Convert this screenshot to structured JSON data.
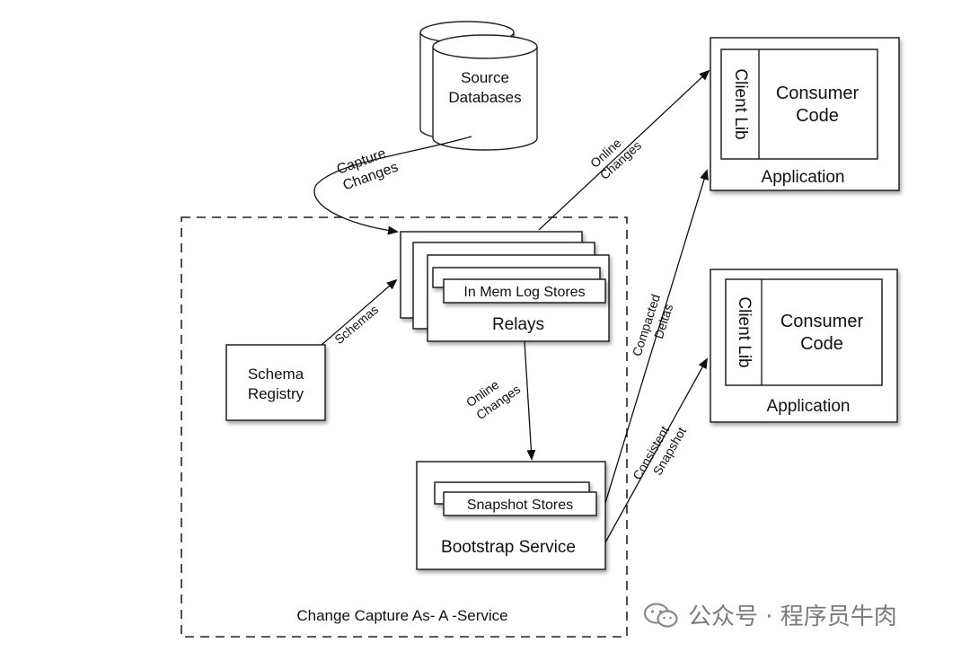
{
  "nodes": {
    "source_db": [
      "Source",
      "Databases"
    ],
    "relays": "Relays",
    "in_mem_log_stores": "In Mem Log Stores",
    "schema_registry": [
      "Schema",
      "Registry"
    ],
    "bootstrap_service": "Bootstrap Service",
    "snapshot_stores": "Snapshot Stores",
    "app1": {
      "client_lib": "Client Lib",
      "consumer_code": [
        "Consumer",
        "Code"
      ],
      "title": "Application"
    },
    "app2": {
      "client_lib": "Client Lib",
      "consumer_code": [
        "Consumer",
        "Code"
      ],
      "title": "Application"
    },
    "service_boundary": "Change Capture As- A -Service"
  },
  "edges": {
    "capture_changes": [
      "Capture",
      "Changes"
    ],
    "schemas": "Schemas",
    "online_changes_relay_to_app": [
      "Online",
      "Changes"
    ],
    "online_changes_relay_to_bootstrap": [
      "Online",
      "Changes"
    ],
    "compacted_deltas": [
      "Compacted",
      "Deltas"
    ],
    "consistent_snapshot": [
      "Consistent",
      "Snapshot"
    ]
  },
  "watermark": "公众号 · 程序员牛肉"
}
